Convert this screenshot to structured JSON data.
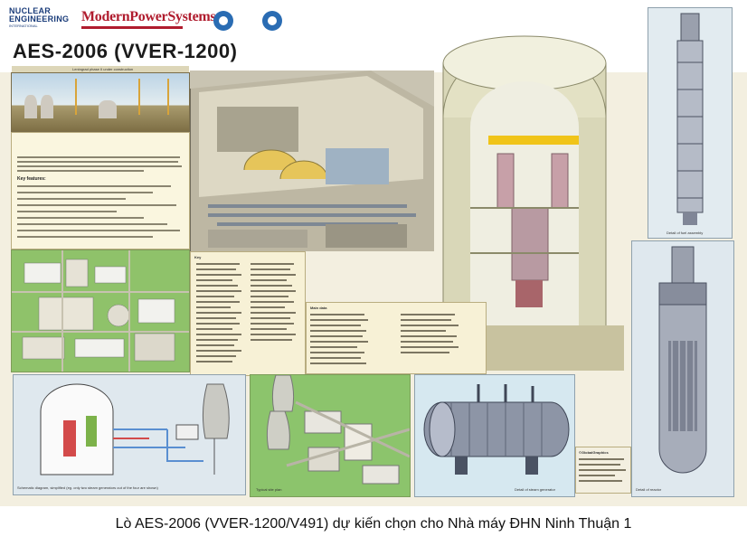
{
  "header": {
    "logo_nuclear_line1": "NUCLEAR",
    "logo_nuclear_line2": "ENGINEERING",
    "logo_nuclear_line3": "INTERNATIONAL",
    "logo_mps": "ModernPowerSystems",
    "title": "AES-2006 (VVER-1200)"
  },
  "poster": {
    "photo_caption": "Leningrad phase II under construction",
    "key_features_heading": "Key features:",
    "key_heading": "Key",
    "main_data_heading": "Main data",
    "schematic_caption": "Schematic diagram, simplified (eg. only two steam generators out of the four are shown)",
    "typical_site_caption": "Typical site plan",
    "steam_gen_caption": "Detail of steam generator",
    "reactor_caption": "Detail of reactor",
    "fuel_caption": "Detail of fuel assembly",
    "credit": "©GlobalGraphics"
  },
  "caption": "Lò AES-2006 (VVER-1200/V491)  dự kiến chọn cho Nhà máy ĐHN Ninh Thuận 1",
  "colors": {
    "title": "#1b1b1b",
    "mps_red": "#b01c2e",
    "rosatom_blue": "#2a6cb3",
    "containment": "#d9d7b8",
    "site_green": "#8fc26a"
  }
}
